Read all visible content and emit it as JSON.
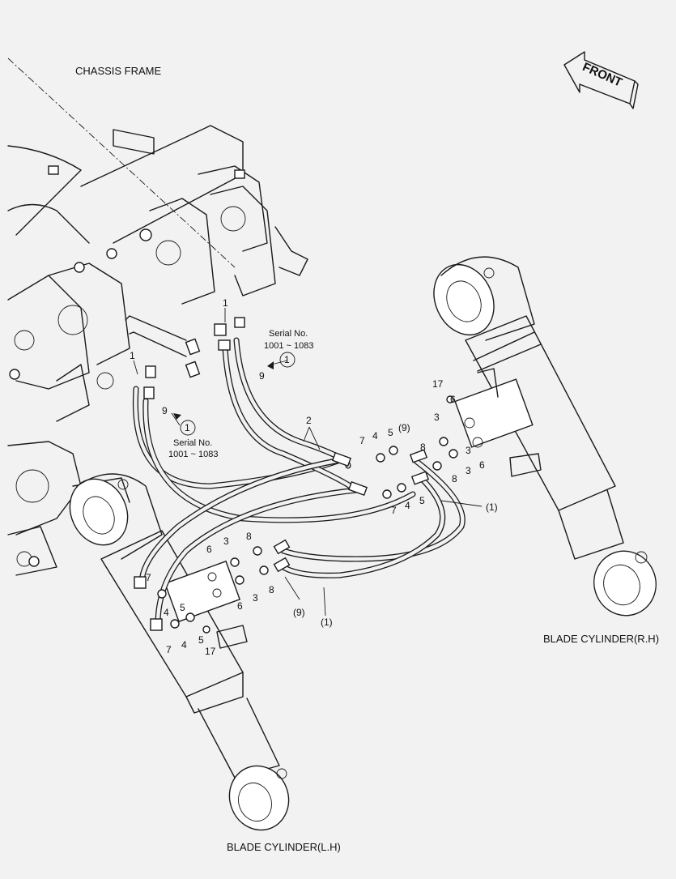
{
  "labels": {
    "chassis_frame": "CHASSIS FRAME",
    "front": "FRONT",
    "blade_cylinder_rh": "BLADE CYLINDER(R.H)",
    "blade_cylinder_lh": "BLADE CYLINDER(L.H)"
  },
  "serial": {
    "title": "Serial No.",
    "range": "1001 ~ 1083",
    "ref": "1"
  },
  "callouts": {
    "n1": "1",
    "n2": "2",
    "n3": "3",
    "n4": "4",
    "n5": "5",
    "n6": "6",
    "n7": "7",
    "n8": "8",
    "n9": "9",
    "n17": "17",
    "p1": "(1)",
    "p9": "(9)"
  }
}
